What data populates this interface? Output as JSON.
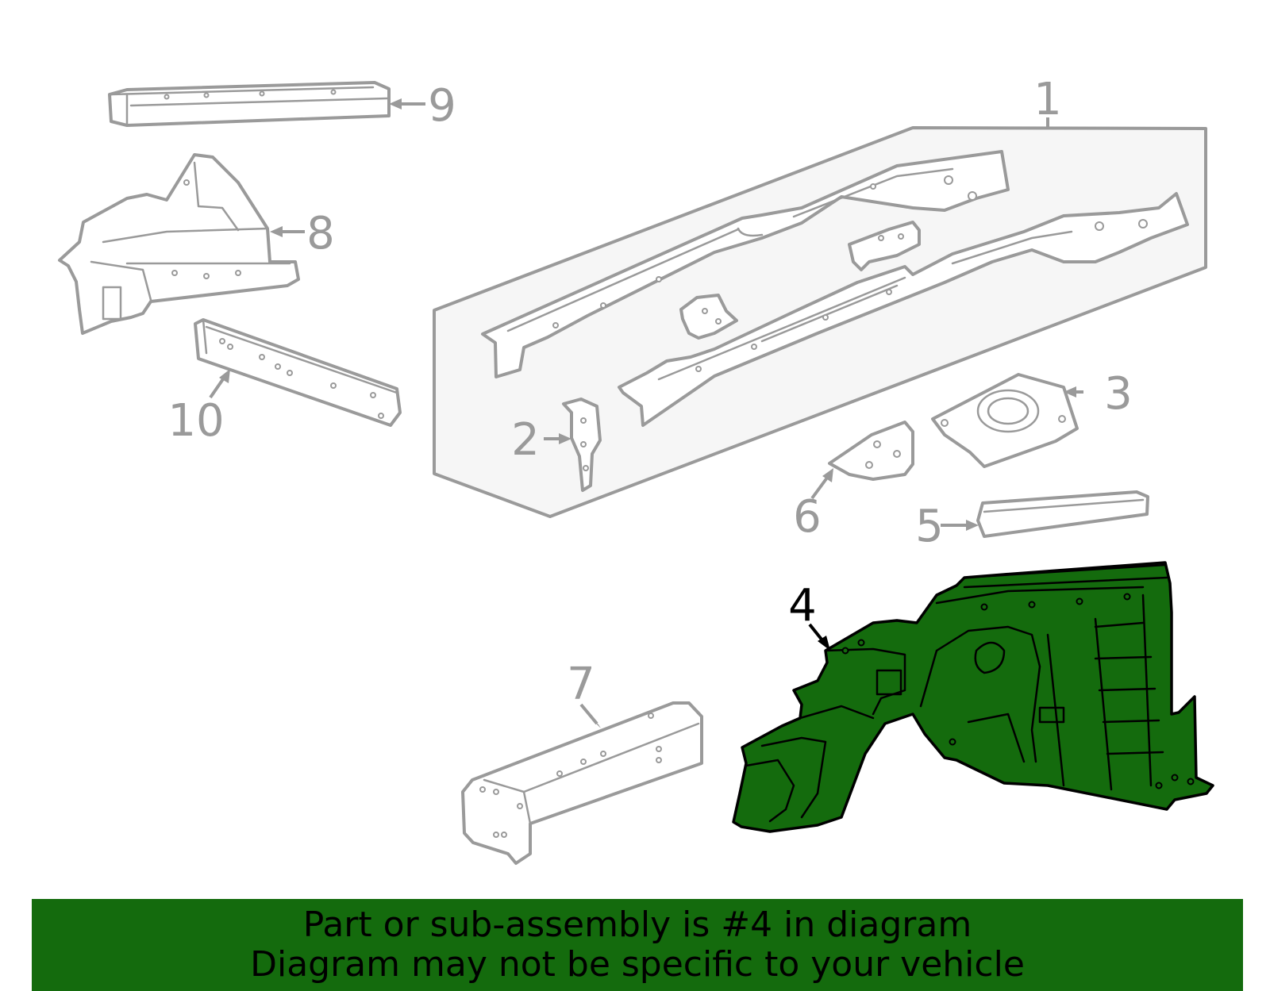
{
  "labels": {
    "p1": "1",
    "p2": "2",
    "p3": "3",
    "p4": "4",
    "p5": "5",
    "p6": "6",
    "p7": "7",
    "p8": "8",
    "p9": "9",
    "p10": "10"
  },
  "highlighted_part": "4",
  "colors": {
    "highlight_fill": "#146b0d",
    "line_gray": "#9a9a9a",
    "group_box_fill": "#f6f6f6"
  },
  "banner": {
    "line1": "Part or sub-assembly is #4 in diagram",
    "line2": "Diagram may not be specific to your vehicle"
  }
}
